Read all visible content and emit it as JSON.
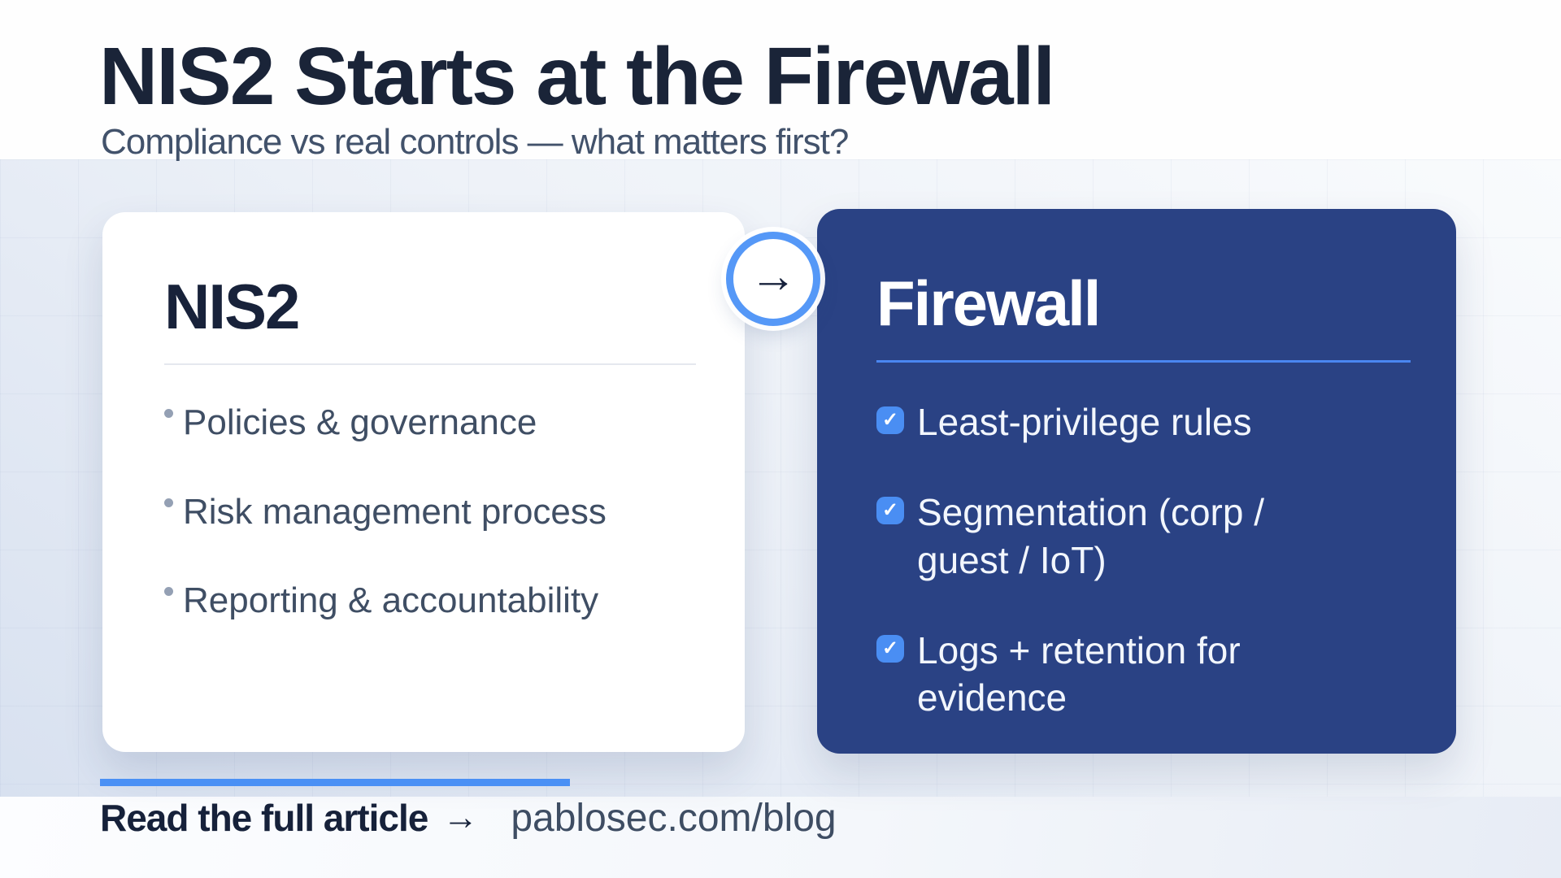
{
  "header": {
    "title": "NIS2 Starts at the Firewall",
    "subtitle": "Compliance vs real controls — what matters first?"
  },
  "comparison": {
    "left_card": {
      "title": "NIS2",
      "items": [
        "Policies & governance",
        "Risk management process",
        "Reporting & accountability"
      ]
    },
    "connector": {
      "arrow_glyph": "→"
    },
    "right_card": {
      "title": "Firewall",
      "check_glyph": "✓",
      "items": [
        "Least-privilege rules",
        "Segmentation (corp / guest / IoT)",
        "Logs + retention for evidence"
      ]
    }
  },
  "footer": {
    "cta_label": "Read the full article",
    "arrow_glyph": "→",
    "link_text": "pablosec.com/blog"
  },
  "colors": {
    "accent_blue": "#4a90f5",
    "card_navy": "#2a4284",
    "title_navy": "#1a2438",
    "body_slate": "#3f4e64"
  }
}
